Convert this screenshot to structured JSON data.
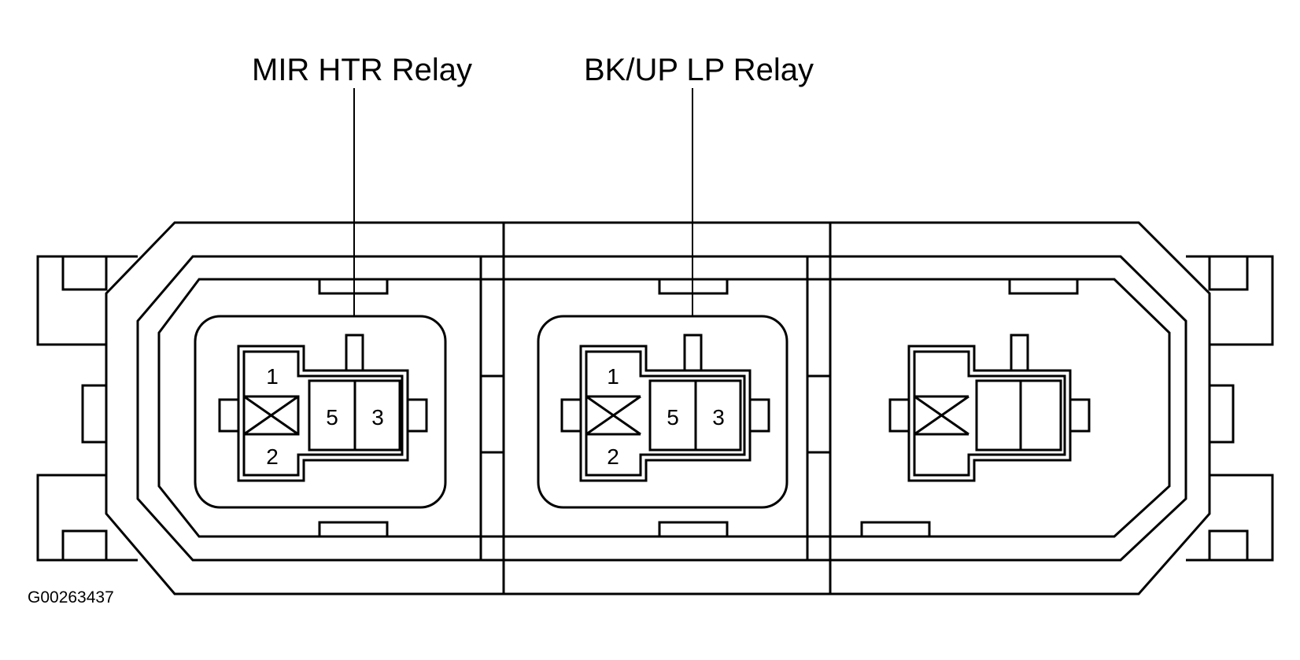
{
  "diagram": {
    "labels": {
      "mir_htr_relay": "MIR HTR Relay",
      "bkup_lp_relay": "BK/UP LP Relay"
    },
    "figure_id": "G00263437",
    "relays": [
      {
        "name": "MIR HTR Relay",
        "terminals": {
          "t1": "1",
          "t2": "2",
          "t5": "5",
          "t3": "3"
        }
      },
      {
        "name": "BK/UP LP Relay",
        "terminals": {
          "t1": "1",
          "t2": "2",
          "t5": "5",
          "t3": "3"
        }
      },
      {
        "name": "",
        "terminals": {
          "t1": "",
          "t2": "",
          "t5": "",
          "t3": ""
        }
      }
    ]
  }
}
